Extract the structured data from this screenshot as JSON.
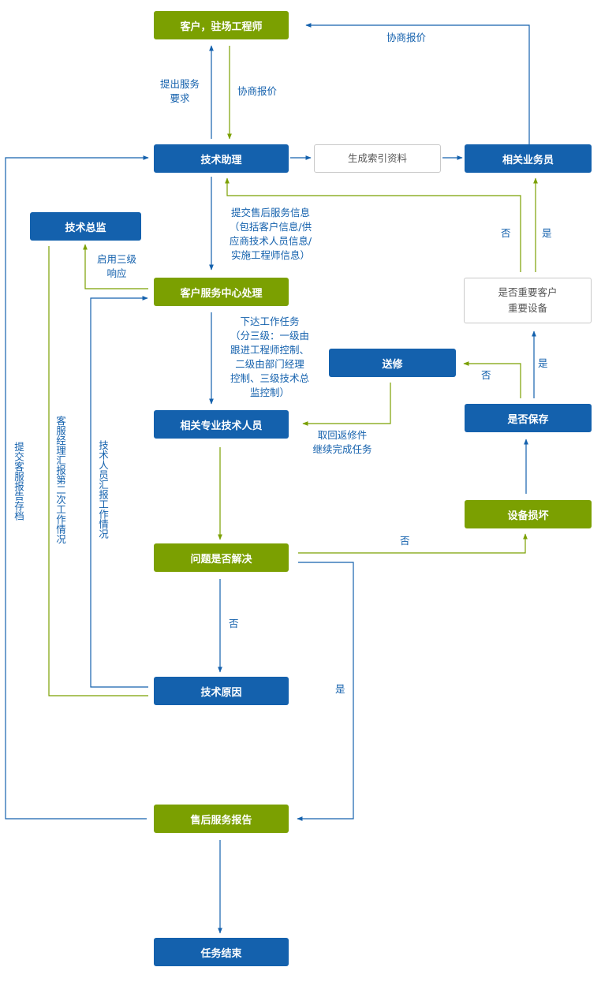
{
  "colors": {
    "green": "#7ba001",
    "blue": "#1461ad",
    "gray_border": "#c9c9c9",
    "label_text": "#1461ad"
  },
  "nodes": {
    "customer": "客户，驻场工程师",
    "tech_assistant": "技术助理",
    "gen_index": "生成索引资料",
    "sales": "相关业务员",
    "tech_director": "技术总监",
    "service_center": "客户服务中心处理",
    "important_line1": "是否重要客户",
    "important_line2": "重要设备",
    "repair": "送修",
    "specialist": "相关专业技术人员",
    "keep": "是否保存",
    "damaged": "设备损坏",
    "solved": "问题是否解决",
    "tech_reason": "技术原因",
    "report": "售后服务报告",
    "end": "任务结束"
  },
  "labels": {
    "negotiate_top": "协商报价",
    "request_line1": "提出服务",
    "request_line2": "要求",
    "negotiate_mid": "协商报价",
    "submit_line1": "提交售后服务信息",
    "submit_line2": "（包括客户信息/供",
    "submit_line3": "应商技术人员信息/",
    "submit_line4": "实施工程师信息）",
    "level3_line1": "启用三级",
    "level3_line2": "响应",
    "no_important": "否",
    "yes_important": "是",
    "task_line1": "下达工作任务",
    "task_line2": "（分三级：一级由",
    "task_line3": "跟进工程师控制、",
    "task_line4": "二级由部门经理",
    "task_line5": "控制、三级技术总",
    "task_line6": "监控制）",
    "no_keep": "否",
    "yes_keep": "是",
    "return_line1": "取回返修件",
    "return_line2": "继续完成任务",
    "no_solved_right": "否",
    "no_solved_down": "否",
    "yes_solved": "是",
    "archive_vertical": "提交客服报告存档",
    "manager_vertical": "客服经理汇报第二次工作情况",
    "techstaff_vertical": "技术人员汇报工作情况"
  }
}
